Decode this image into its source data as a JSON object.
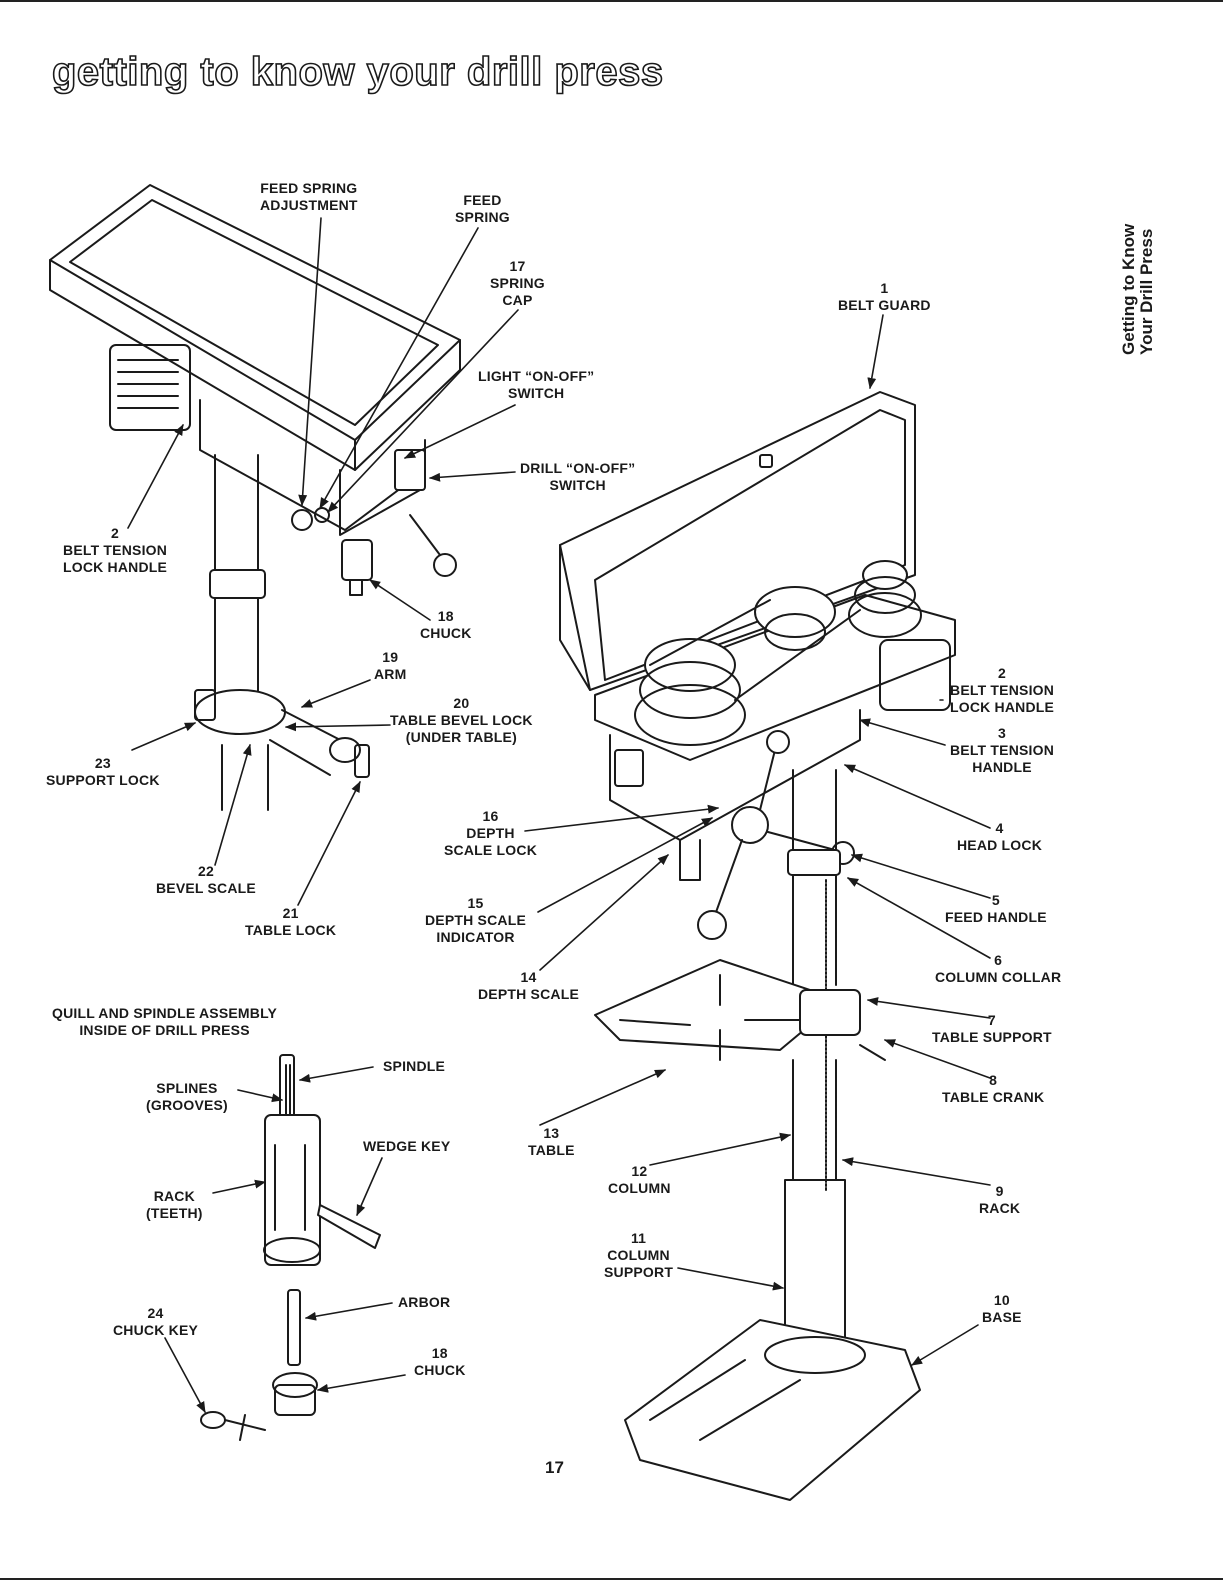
{
  "page": {
    "title": "getting to know your drill press",
    "side_tab": [
      "Getting to Know",
      "Your Drill Press"
    ],
    "page_number": "17"
  },
  "labels": {
    "feed_spring_adjustment": [
      "FEED SPRING",
      "ADJUSTMENT"
    ],
    "feed_spring": [
      "FEED",
      "SPRING"
    ],
    "spring_cap": [
      "17",
      "SPRING",
      "CAP"
    ],
    "light_switch": [
      "LIGHT “ON-OFF”",
      "SWITCH"
    ],
    "drill_switch": [
      "DRILL “ON-OFF”",
      "SWITCH"
    ],
    "belt_guard": [
      "1",
      "BELT GUARD"
    ],
    "belt_tension_lock_handle_left": [
      "2",
      "BELT TENSION",
      "LOCK HANDLE"
    ],
    "chuck_top": [
      "18",
      "CHUCK"
    ],
    "arm": [
      "19",
      "ARM"
    ],
    "table_bevel_lock": [
      "20",
      "TABLE BEVEL LOCK",
      "(UNDER TABLE)"
    ],
    "support_lock": [
      "23",
      "SUPPORT LOCK"
    ],
    "bevel_scale": [
      "22",
      "BEVEL SCALE"
    ],
    "table_lock": [
      "21",
      "TABLE LOCK"
    ],
    "belt_tension_lock_handle_right": [
      "2",
      "BELT TENSION",
      "LOCK HANDLE"
    ],
    "belt_tension_handle": [
      "3",
      "BELT TENSION",
      "HANDLE"
    ],
    "head_lock": [
      "4",
      "HEAD LOCK"
    ],
    "depth_scale_lock": [
      "16",
      "DEPTH",
      "SCALE LOCK"
    ],
    "feed_handle": [
      "5",
      "FEED HANDLE"
    ],
    "depth_scale_indicator": [
      "15",
      "DEPTH SCALE",
      "INDICATOR"
    ],
    "column_collar": [
      "6",
      "COLUMN COLLAR"
    ],
    "depth_scale": [
      "14",
      "DEPTH SCALE"
    ],
    "table_support": [
      "7",
      "TABLE SUPPORT"
    ],
    "table_crank": [
      "8",
      "TABLE CRANK"
    ],
    "table": [
      "13",
      "TABLE"
    ],
    "column": [
      "12",
      "COLUMN"
    ],
    "rack": [
      "9",
      "RACK"
    ],
    "column_support": [
      "11",
      "COLUMN",
      "SUPPORT"
    ],
    "base": [
      "10",
      "BASE"
    ],
    "quill_assembly": [
      "QUILL AND SPINDLE ASSEMBLY",
      "INSIDE OF DRILL PRESS"
    ],
    "spindle": [
      "SPINDLE"
    ],
    "splines": [
      "SPLINES",
      "(GROOVES)"
    ],
    "wedge_key": [
      "WEDGE KEY"
    ],
    "rack_teeth": [
      "RACK",
      "(TEETH)"
    ],
    "arbor": [
      "ARBOR"
    ],
    "chuck_key": [
      "24",
      "CHUCK KEY"
    ],
    "chuck_bottom": [
      "18",
      "CHUCK"
    ]
  }
}
